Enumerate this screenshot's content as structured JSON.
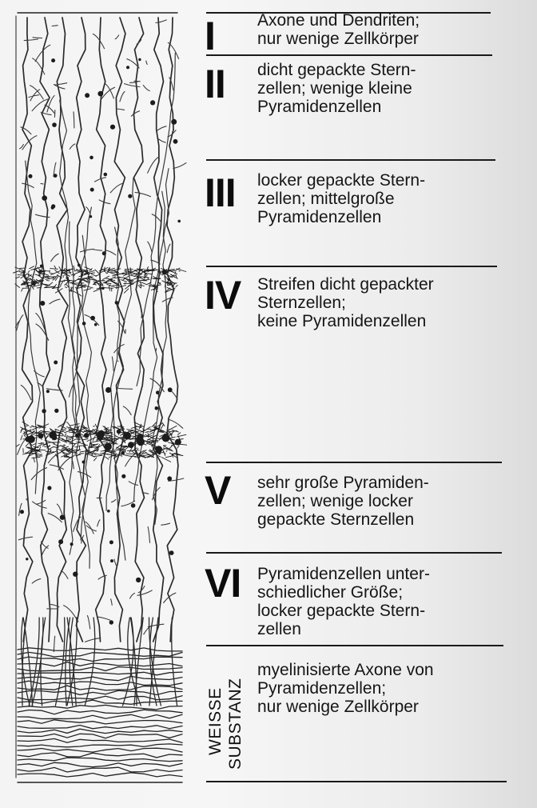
{
  "layers": [
    {
      "id": "I",
      "numeral": "I",
      "lines": [
        "Axone und Dendriten;",
        "nur wenige Zellkörper"
      ]
    },
    {
      "id": "II",
      "numeral": "II",
      "lines": [
        "dicht gepackte Stern-",
        "zellen; wenige kleine",
        "Pyramidenzellen"
      ]
    },
    {
      "id": "III",
      "numeral": "III",
      "lines": [
        "locker gepackte Stern-",
        "zellen; mittelgroße",
        "Pyramidenzellen"
      ]
    },
    {
      "id": "IV",
      "numeral": "IV",
      "lines": [
        "Streifen dicht gepackter",
        "Sternzellen;",
        "keine Pyramidenzellen"
      ]
    },
    {
      "id": "V",
      "numeral": "V",
      "lines": [
        "sehr große Pyramiden-",
        "zellen; wenige locker",
        "gepackte Sternzellen"
      ]
    },
    {
      "id": "VI",
      "numeral": "VI",
      "lines": [
        "Pyramidenzellen unter-",
        "schiedlicher Größe;",
        "locker gepackte Stern-",
        "zellen"
      ]
    }
  ],
  "white_matter": {
    "label_line1": "WEISSE",
    "label_line2": "SUBSTANZ",
    "lines": [
      "myelinisierte Axone von",
      "Pyramidenzellen;",
      "nur wenige Zellkörper"
    ]
  }
}
